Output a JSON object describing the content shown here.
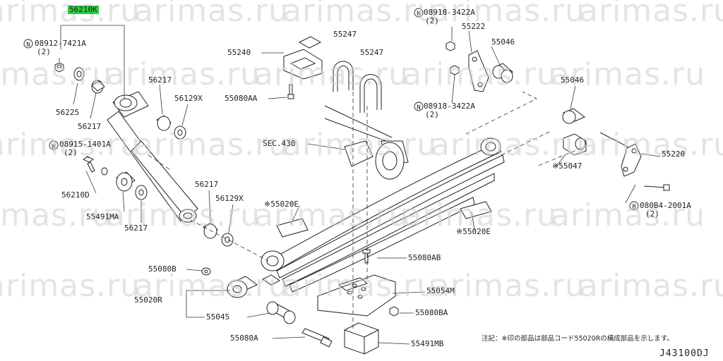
{
  "watermark": "arimas.ru",
  "labels": {
    "p56210k": "56210K",
    "n08912": "08912-7421A",
    "n08912_qty": "(2)",
    "p56225": "56225",
    "p56217_a": "56217",
    "p56217_b": "56217",
    "p56129x_a": "56129X",
    "w08915": "08915-1401A",
    "w08915_qty": "(2)",
    "p56210d": "56210D",
    "p55491ma": "55491MA",
    "p56217_c": "56217",
    "p56217_d": "56217",
    "p56129x_b": "56129X",
    "p55240": "55240",
    "p55080aa": "55080AA",
    "p55247_a": "55247",
    "p55247_b": "55247",
    "sec430": "SEC.430",
    "p55020e_a": "※55020E",
    "p55020e_b": "※55020E",
    "n08918_a": "08918-3422A",
    "n08918_a_qty": "(2)",
    "p55222": "55222",
    "p55046_a": "55046",
    "n08918_b": "08918-3422A",
    "n08918_b_qty": "(2)",
    "p55046_b": "55046",
    "p55220": "55220",
    "p55047": "※55047",
    "b080b4": "080B4-2001A",
    "b080b4_qty": "(2)",
    "p55080ab": "55080AB",
    "p55080b": "55080B",
    "p55020r": "55020R",
    "p55054m": "55054M",
    "p55045": "55045",
    "p55080ba": "55080BA",
    "p55080a": "55080A",
    "p55491mb": "55491MB",
    "footnote": "注記：※印の部品は部品コード55020Rの構成部品を示します。",
    "diagram_code": "J43100DJ"
  },
  "circle_marks": {
    "n": "N",
    "w": "W",
    "b": "B"
  }
}
